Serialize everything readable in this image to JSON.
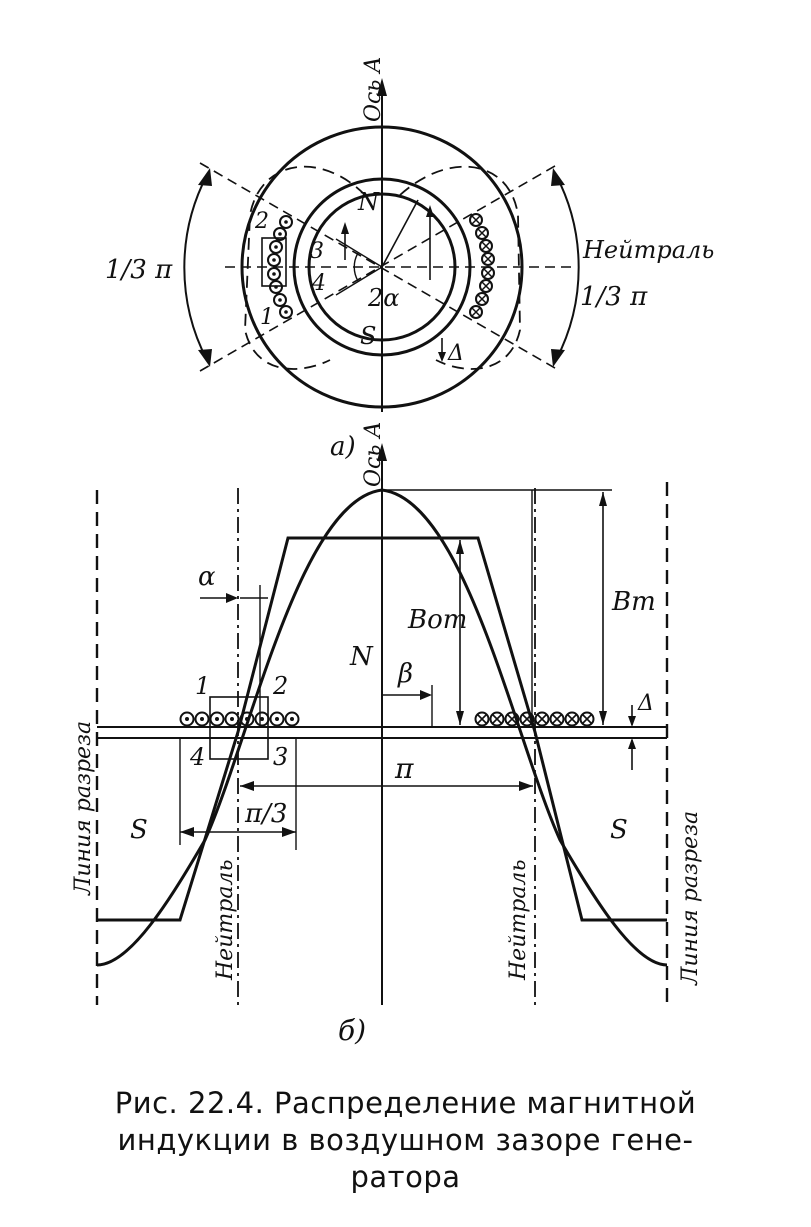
{
  "figure_a": {
    "axis_a": "Ось A",
    "neutral": "Нейтраль",
    "arc_left": "1/3 π",
    "arc_right": "1/3 π",
    "pole_n": "N",
    "pole_s": "S",
    "angle": "2α",
    "delta": "Δ",
    "coil_nums": [
      "1",
      "2",
      "3",
      "4"
    ],
    "sublabel": "а)"
  },
  "figure_b": {
    "axis_a": "Ось A",
    "cut_line_left": "Линия разреза",
    "cut_line_right": "Линия разреза",
    "neutral_left": "Нейтраль",
    "neutral_right": "Нейтраль",
    "alpha": "α",
    "beta": "β",
    "b_om": "Bom",
    "b_m": "Bm",
    "pole_n": "N",
    "pole_s_left": "S",
    "pole_s_right": "S",
    "pi": "π",
    "pi_third": "π/3",
    "delta": "Δ",
    "coil_nums": [
      "1",
      "2",
      "3",
      "4"
    ],
    "sublabel": "б)"
  },
  "caption": {
    "line1": "Рис. 22.4. Распределение магнитной",
    "line2": "индукции в воздушном зазоре гене-",
    "line3": "ратора"
  }
}
